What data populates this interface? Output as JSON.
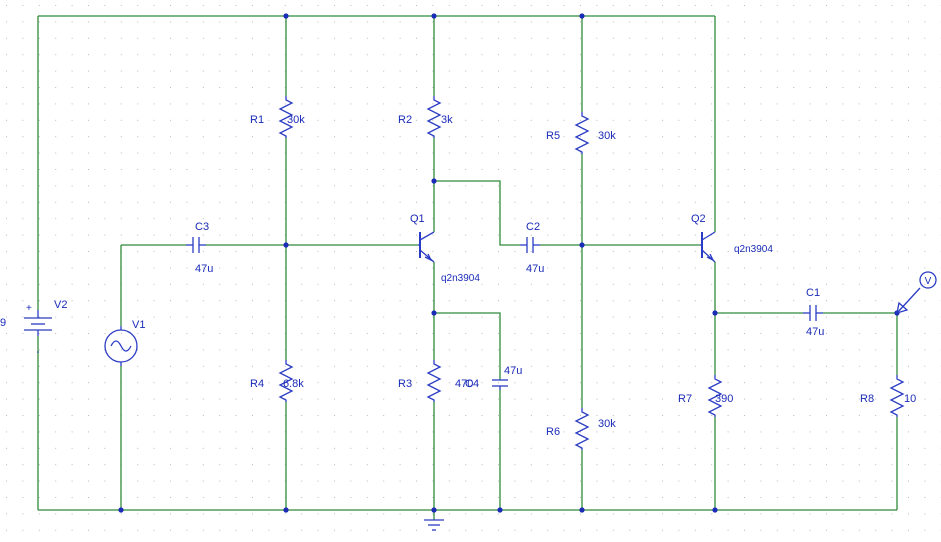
{
  "colors": {
    "wire": "#2e8b3a",
    "component": "#2b3cc4",
    "label": "#1a2bb8",
    "grid": "#b8b8b8",
    "background": "#ffffff"
  },
  "components": {
    "V2": {
      "ref": "V2",
      "value": "9",
      "plus": "+"
    },
    "V1": {
      "ref": "V1"
    },
    "C3": {
      "ref": "C3",
      "value": "47u"
    },
    "R1": {
      "ref": "R1",
      "value": "30k"
    },
    "R4": {
      "ref": "R4",
      "value": "6.8k"
    },
    "R2": {
      "ref": "R2",
      "value": "3k"
    },
    "Q1": {
      "ref": "Q1",
      "model": "q2n3904"
    },
    "R3": {
      "ref": "R3",
      "value": "470"
    },
    "C4": {
      "ref": "C4",
      "value": "47u"
    },
    "C2": {
      "ref": "C2",
      "value": "47u"
    },
    "R5": {
      "ref": "R5",
      "value": "30k"
    },
    "R6": {
      "ref": "R6",
      "value": "30k"
    },
    "Q2": {
      "ref": "Q2",
      "model": "q2n3904"
    },
    "R7": {
      "ref": "R7",
      "value": "390"
    },
    "C1": {
      "ref": "C1",
      "value": "47u"
    },
    "R8": {
      "ref": "R8",
      "value": "10"
    },
    "probe": {
      "symbol": "V"
    }
  }
}
